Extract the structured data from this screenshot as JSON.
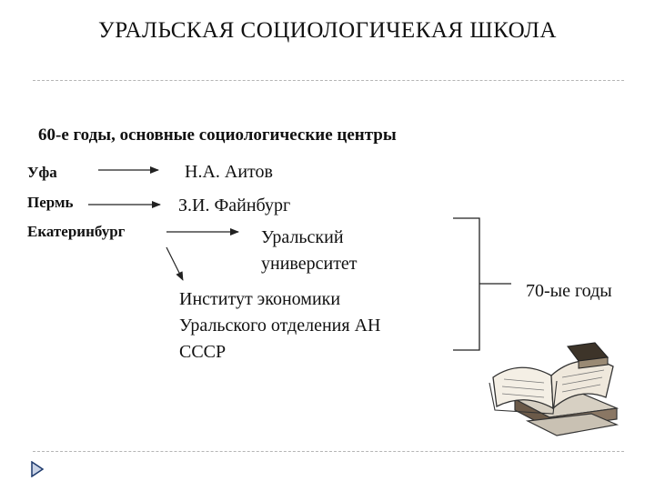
{
  "title": "УРАЛЬСКАЯ  СОЦИОЛОГИЧЕКАЯ  ШКОЛА",
  "subtitle": "60-е  годы, основные социологические центры",
  "cities": [
    "Уфа",
    "Пермь",
    "Екатеринбург"
  ],
  "people": [
    "Н.А. Аитов",
    "З.И. Файнбург"
  ],
  "university": [
    "Уральский",
    "университет"
  ],
  "institute": [
    "Институт экономики",
    "Уральского отделения АН",
    "СССР"
  ],
  "seventies": "70-ые годы",
  "icons": {
    "books": "open-books-icon",
    "nav": "triangle-arrow-icon"
  },
  "colors": {
    "accent": "#1f3b6e",
    "rule": "#b5b5b5"
  }
}
